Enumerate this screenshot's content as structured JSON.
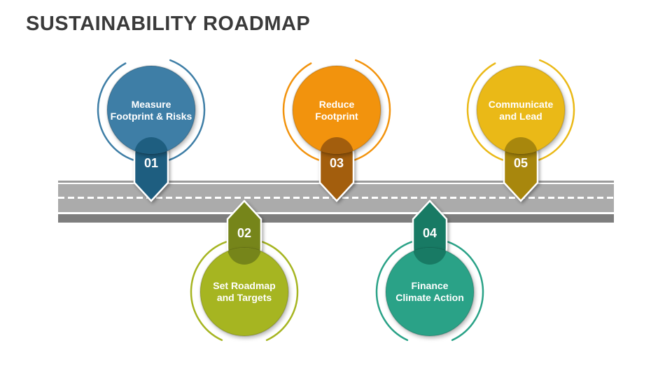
{
  "title": "SUSTAINABILITY ROADMAP",
  "title_color": "#3a3a3a",
  "road": {
    "color_main": "#ababab",
    "color_edge_top": "#9b9b9b",
    "color_edge_bottom": "#7e7e7e",
    "dash_color": "#ffffff"
  },
  "milestones": [
    {
      "number": "01",
      "label_lines": [
        "Measure",
        "Footprint & Risks"
      ],
      "position": "top",
      "circle_color": "#3e7ea6",
      "tag_color": "#1e5e80"
    },
    {
      "number": "02",
      "label_lines": [
        "Set Roadmap",
        "and Targets"
      ],
      "position": "bottom",
      "circle_color": "#a6b521",
      "tag_color": "#76851a"
    },
    {
      "number": "03",
      "label_lines": [
        "Reduce",
        "Footprint"
      ],
      "position": "top",
      "circle_color": "#f2930d",
      "tag_color": "#a35e0d"
    },
    {
      "number": "04",
      "label_lines": [
        "Finance",
        "Climate Action"
      ],
      "position": "bottom",
      "circle_color": "#2aa287",
      "tag_color": "#187a64"
    },
    {
      "number": "05",
      "label_lines": [
        "Communicate",
        "and Lead"
      ],
      "position": "top",
      "circle_color": "#eab917",
      "tag_color": "#a8870d"
    }
  ]
}
